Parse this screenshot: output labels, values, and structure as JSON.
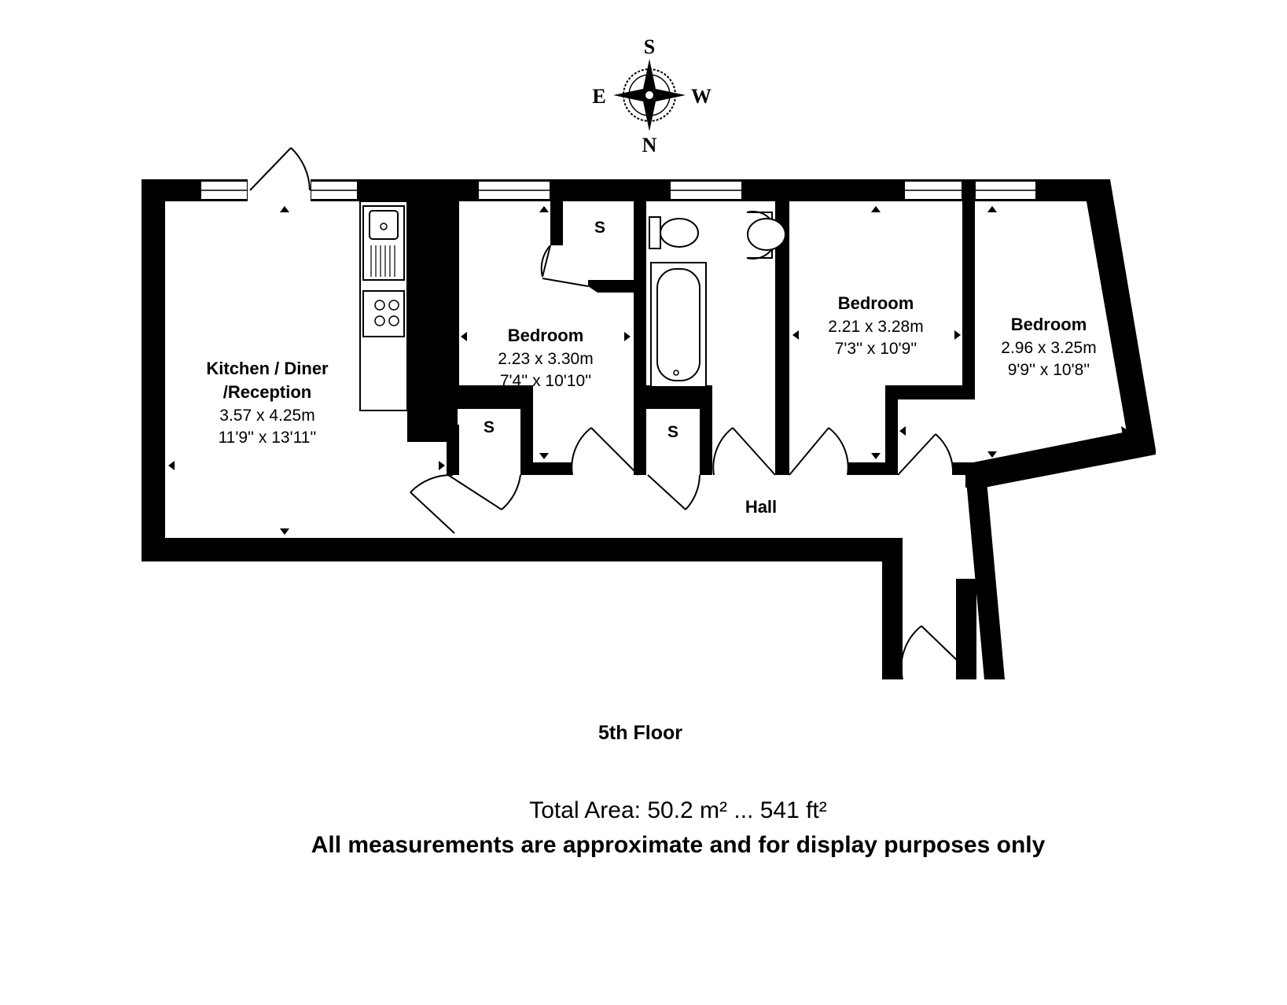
{
  "compass": {
    "top": "S",
    "left": "E",
    "right": "W",
    "bottom": "N"
  },
  "rooms": {
    "kitchen": {
      "name_line1": "Kitchen / Diner",
      "name_line2": "/Reception",
      "metric": "3.57 x 4.25m",
      "imperial": "11'9'' x 13'11''"
    },
    "bedroom1": {
      "name": "Bedroom",
      "metric": "2.23 x 3.30m",
      "imperial": "7'4'' x 10'10''"
    },
    "bedroom2": {
      "name": "Bedroom",
      "metric": "2.21 x 3.28m",
      "imperial": "7'3'' x 10'9''"
    },
    "bedroom3": {
      "name": "Bedroom",
      "metric": "2.96 x 3.25m",
      "imperial": "9'9'' x 10'8''"
    },
    "hall": {
      "name": "Hall"
    },
    "storage_label": "S"
  },
  "floor_label": "5th Floor",
  "total_area": "Total Area: 50.2 m² ... 541 ft²",
  "disclaimer": "All measurements are approximate and for display purposes only"
}
